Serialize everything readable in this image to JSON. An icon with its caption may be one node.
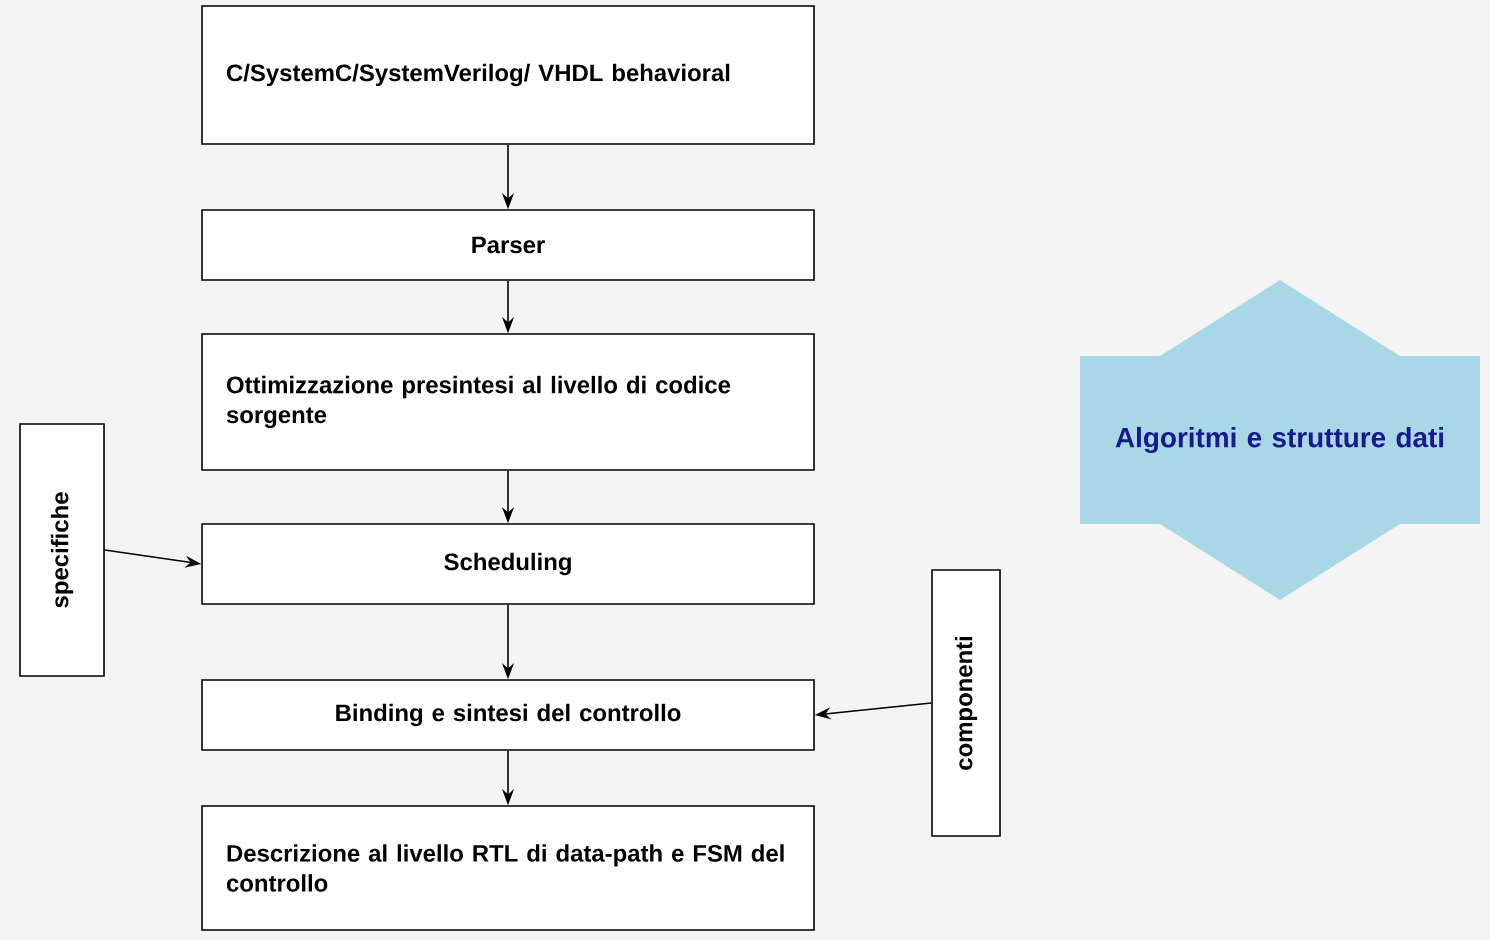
{
  "diagram": {
    "nodes": [
      {
        "text": [
          "C/SystemC/SystemVerilog/ VHDL behavioral"
        ]
      },
      {
        "text": [
          "Parser"
        ]
      },
      {
        "text": [
          "Ottimizzazione presintesi al livello di codice sorgente"
        ]
      },
      {
        "text": [
          "Scheduling"
        ]
      },
      {
        "text": [
          "Binding e sintesi del controllo"
        ]
      },
      {
        "text": [
          "Descrizione al livello RTL di data-path e FSM del controllo"
        ]
      },
      {
        "text": [
          "specifiche"
        ]
      },
      {
        "text": [
          "componenti"
        ]
      },
      {
        "text": [
          "Algoritmi e strutture dati"
        ]
      }
    ],
    "edges": [
      {
        "from": 0,
        "to": 1,
        "arrow": "to"
      },
      {
        "from": 1,
        "to": 2,
        "arrow": "to"
      },
      {
        "from": 2,
        "to": 3,
        "arrow": "to"
      },
      {
        "from": 3,
        "to": 4,
        "arrow": "to"
      },
      {
        "from": 4,
        "to": 5,
        "arrow": "to"
      },
      {
        "from": 6,
        "to": 3,
        "arrow": "to"
      },
      {
        "from": 7,
        "to": 4,
        "arrow": "to"
      }
    ]
  }
}
